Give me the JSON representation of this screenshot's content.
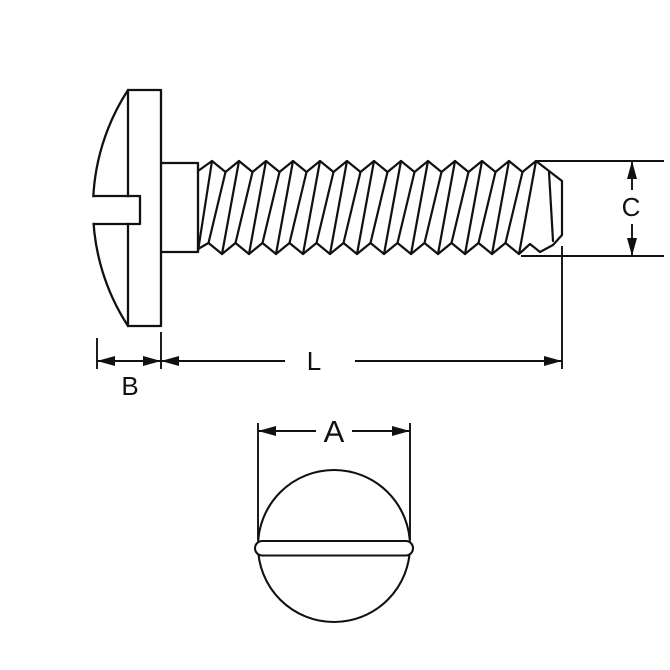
{
  "drawing": {
    "background": "#ffffff",
    "line_color": "#111111",
    "dimensions": {
      "head_thickness": {
        "label": "B"
      },
      "length": {
        "label": "L"
      },
      "thread_diameter": {
        "label": "C"
      },
      "head_diameter": {
        "label": "A"
      }
    }
  }
}
